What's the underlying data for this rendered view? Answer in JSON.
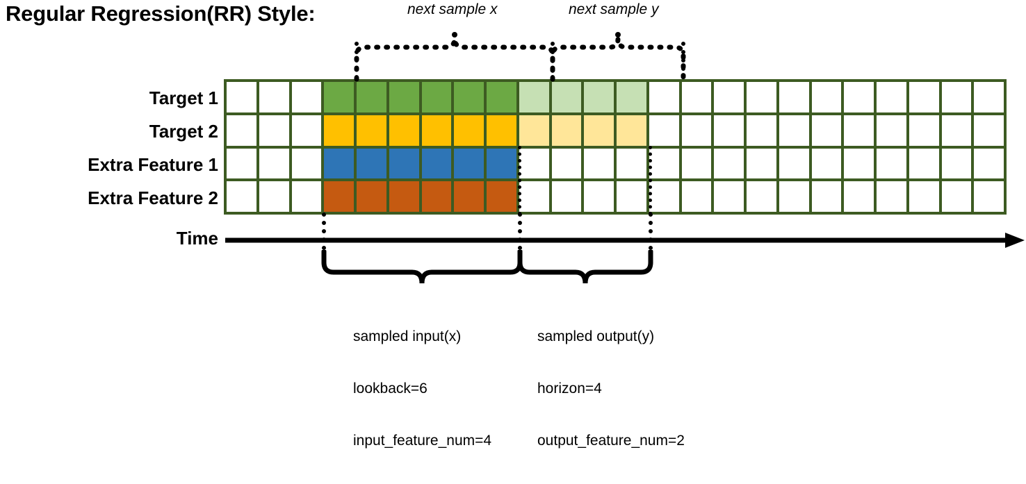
{
  "title": "Regular Regression(RR) Style:",
  "rows": [
    {
      "label": "Target 1",
      "name": "target-1"
    },
    {
      "label": "Target 2",
      "name": "target-2"
    },
    {
      "label": "Extra Feature 1",
      "name": "extra-feature-1"
    },
    {
      "label": "Extra Feature 2",
      "name": "extra-feature-2"
    }
  ],
  "axis": {
    "label": "Time",
    "direction": "right"
  },
  "top_annotations": [
    {
      "label": "next sample x",
      "name": "next-sample-x"
    },
    {
      "label": "next sample y",
      "name": "next-sample-y"
    }
  ],
  "bottom_annotations": [
    {
      "name": "sampled-input",
      "lines": [
        "sampled input(x)",
        "lookback=6",
        "input_feature_num=4"
      ]
    },
    {
      "name": "sampled-output",
      "lines": [
        "sampled output(y)",
        "horizon=4",
        "output_feature_num=2"
      ]
    }
  ],
  "colors": {
    "grid_border": "#3d5b22",
    "green": "#6CA944",
    "light_green": "#C6E0B4",
    "gold": "#FFC000",
    "light_gold": "#FFE699",
    "blue": "#2E75B6",
    "orange": "#C55A11",
    "white": "#FFFFFF",
    "black": "#000000"
  },
  "chart_data": {
    "type": "heatmap",
    "title": "Regular Regression(RR) Style:",
    "columns": 24,
    "lookback": 6,
    "horizon": 4,
    "input_feature_num": 4,
    "output_feature_num": 2,
    "input_start_column": 4,
    "input_end_column": 9,
    "output_start_column": 10,
    "output_end_column": 13,
    "categories": [
      "Target 1",
      "Target 2",
      "Extra Feature 1",
      "Extra Feature 2"
    ],
    "series": [
      {
        "name": "Target 1",
        "values": [
          "white",
          "white",
          "white",
          "green",
          "green",
          "green",
          "green",
          "green",
          "green",
          "light_green",
          "light_green",
          "light_green",
          "light_green",
          "white",
          "white",
          "white",
          "white",
          "white",
          "white",
          "white",
          "white",
          "white",
          "white",
          "white"
        ]
      },
      {
        "name": "Target 2",
        "values": [
          "white",
          "white",
          "white",
          "gold",
          "gold",
          "gold",
          "gold",
          "gold",
          "gold",
          "light_gold",
          "light_gold",
          "light_gold",
          "light_gold",
          "white",
          "white",
          "white",
          "white",
          "white",
          "white",
          "white",
          "white",
          "white",
          "white",
          "white"
        ]
      },
      {
        "name": "Extra Feature 1",
        "values": [
          "white",
          "white",
          "white",
          "blue",
          "blue",
          "blue",
          "blue",
          "blue",
          "blue",
          "white",
          "white",
          "white",
          "white",
          "white",
          "white",
          "white",
          "white",
          "white",
          "white",
          "white",
          "white",
          "white",
          "white",
          "white"
        ]
      },
      {
        "name": "Extra Feature 2",
        "values": [
          "white",
          "white",
          "white",
          "orange",
          "orange",
          "orange",
          "orange",
          "orange",
          "orange",
          "white",
          "white",
          "white",
          "white",
          "white",
          "white",
          "white",
          "white",
          "white",
          "white",
          "white",
          "white",
          "white",
          "white",
          "white"
        ]
      }
    ],
    "xlabel": "Time",
    "ylabel": "",
    "grid": true,
    "legend": "none"
  }
}
